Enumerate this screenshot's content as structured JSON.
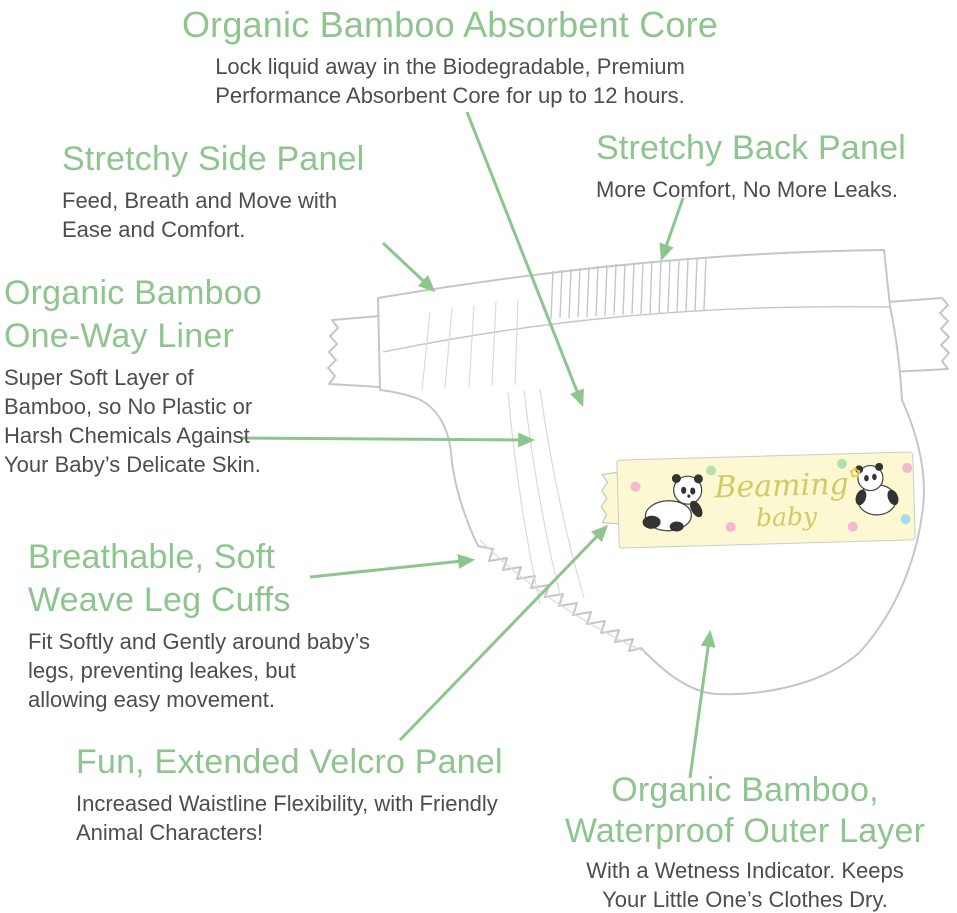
{
  "diagram": {
    "type": "product-feature-callouts",
    "product": "organic bamboo diaper"
  },
  "colors": {
    "heading": "#8ec58e",
    "body_text": "#4d4d4d",
    "arrow": "#8ec58e",
    "outline": "#c6c6c6",
    "outline_light": "#dadada",
    "label_bg": "#fbf8d2",
    "label_border": "#cccccc",
    "label_text": "#d2ca67"
  },
  "label": {
    "brand_line1": "Beaming",
    "brand_line2": "baby",
    "flower_icon": "✿"
  },
  "callouts": {
    "absorbent_core": {
      "title": "Organic Bamboo Absorbent Core",
      "description": "Lock liquid away in the Biodegradable, Premium Performance Absorbent Core for up to 12 hours."
    },
    "side_panel": {
      "title": "Stretchy Side Panel",
      "description": "Feed, Breath and Move with Ease and Comfort."
    },
    "back_panel": {
      "title": "Stretchy Back Panel",
      "description": "More Comfort, No More Leaks."
    },
    "one_way_liner": {
      "title": "Organic Bamboo One-Way Liner",
      "description": "Super Soft Layer of Bamboo, so No Plastic or Harsh Chemicals Against Your Baby’s Delicate Skin."
    },
    "leg_cuffs": {
      "title": "Breathable, Soft Weave Leg Cuffs",
      "description": "Fit Softly and Gently around baby’s legs, preventing leakes, but allowing easy movement."
    },
    "velcro_panel": {
      "title": "Fun, Extended Velcro Panel",
      "description": "Increased Waistline Flexibility, with Friendly Animal Characters!"
    },
    "outer_layer": {
      "title": "Organic Bamboo, Waterproof Outer Layer",
      "description": "With a Wetness Indicator. Keeps Your Little One’s Clothes Dry."
    }
  }
}
